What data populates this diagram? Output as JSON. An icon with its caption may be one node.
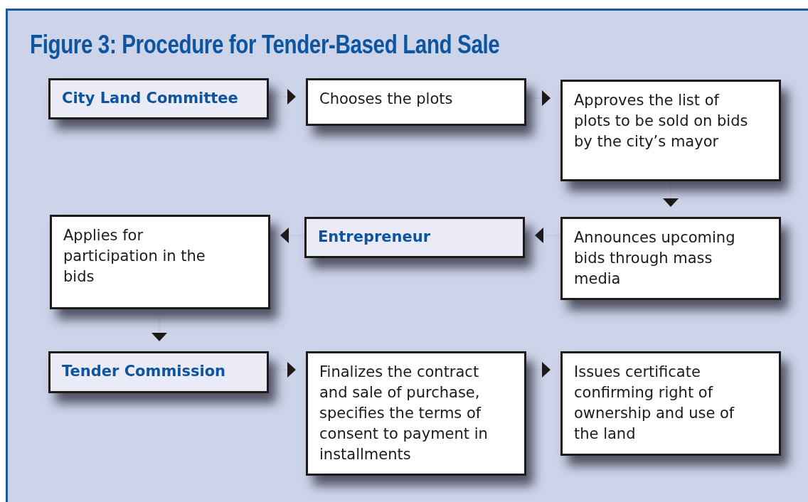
{
  "diagram": {
    "title": "Figure 3: Procedure for Tender-Based Land Sale",
    "nodes": [
      {
        "text": [
          "City Land Committee"
        ]
      },
      {
        "text": [
          "Chooses the plots"
        ]
      },
      {
        "text": [
          "Approves the list of plots to be sold on bids by the city’s mayor"
        ]
      },
      {
        "text": [
          "Announces upcoming bids through mass media"
        ]
      },
      {
        "text": [
          "Entrepreneur"
        ]
      },
      {
        "text": [
          "Applies for participation in the bids"
        ]
      },
      {
        "text": [
          "Tender Commission"
        ]
      },
      {
        "text": [
          "Finalizes the contract and sale of purchase, specifies the terms of consent to payment in installments"
        ]
      },
      {
        "text": [
          "Issues certificate confirming right of ownership and use of the land"
        ]
      }
    ],
    "edges": [
      {
        "from": 0,
        "to": 1,
        "arrow": "to"
      },
      {
        "from": 1,
        "to": 2,
        "arrow": "to"
      },
      {
        "from": 2,
        "to": 3,
        "arrow": "to"
      },
      {
        "from": 3,
        "to": 4,
        "arrow": "to"
      },
      {
        "from": 4,
        "to": 5,
        "arrow": "to"
      },
      {
        "from": 5,
        "to": 6,
        "arrow": "to"
      },
      {
        "from": 6,
        "to": 7,
        "arrow": "to"
      },
      {
        "from": 7,
        "to": 8,
        "arrow": "to"
      }
    ]
  }
}
